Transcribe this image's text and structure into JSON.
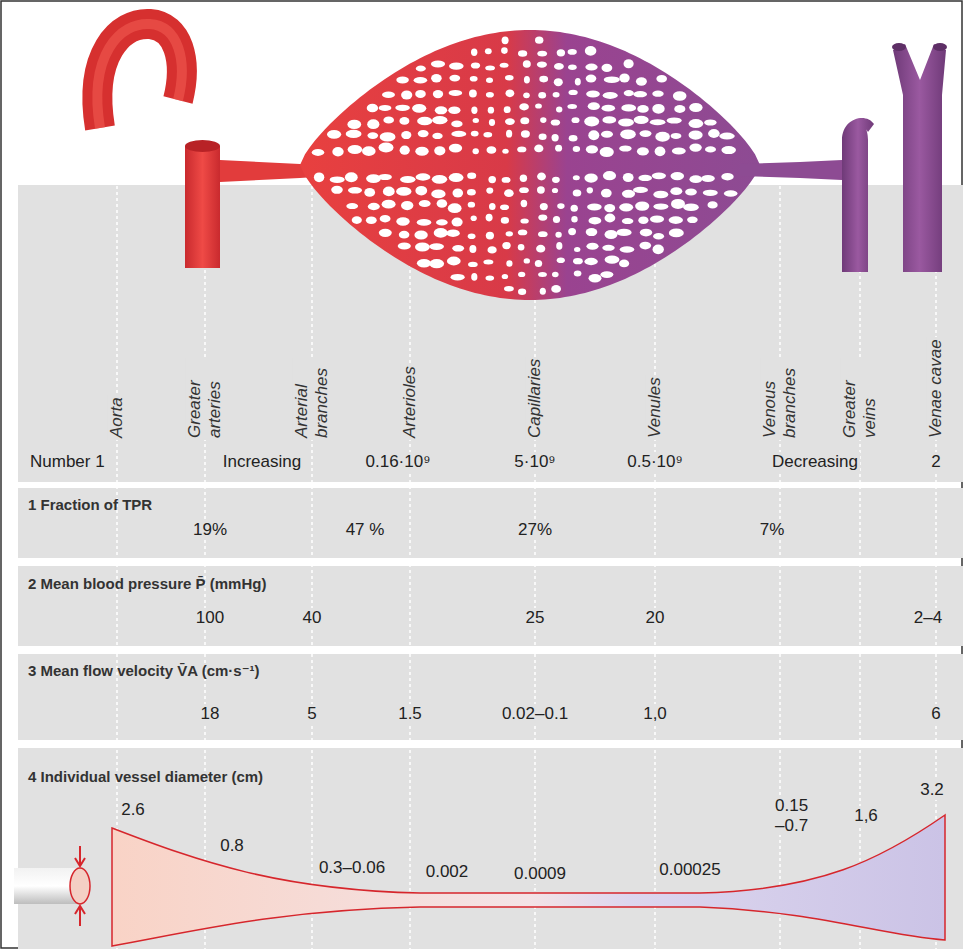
{
  "diagram": {
    "nodes": [
      {
        "text": [
          "Aorta",
          "Greater arteries",
          "Arterial branches",
          "Arterioles",
          "Capillaries",
          "Venules",
          "Venous branches",
          "Greater veins",
          "Venae cavae",
          "Number 1",
          "Increasing",
          "0.16·10⁹",
          "5·10⁹",
          "0.5·10⁹",
          "Decreasing",
          "2"
        ]
      },
      {
        "text": [
          "1 Fraction of TPR",
          "19%",
          "47 %",
          "27%",
          "7%"
        ]
      },
      {
        "text": [
          "2 Mean blood pressure P̄ (mmHg)",
          "100",
          "40",
          "25",
          "20",
          "2–4"
        ]
      },
      {
        "text": [
          "3 Mean flow velocity V̄A (cm·s⁻¹)",
          "18",
          "5",
          "1.5",
          "0.02–0.1",
          "1,0",
          "6"
        ]
      },
      {
        "text": [
          "4 Individual vessel diameter (cm)",
          "2.6",
          "0.8",
          "0.3–0.06",
          "0.002",
          "0.0009",
          "0.00025",
          "0.15 –0.7",
          "1,6",
          "3.2"
        ]
      }
    ]
  }
}
